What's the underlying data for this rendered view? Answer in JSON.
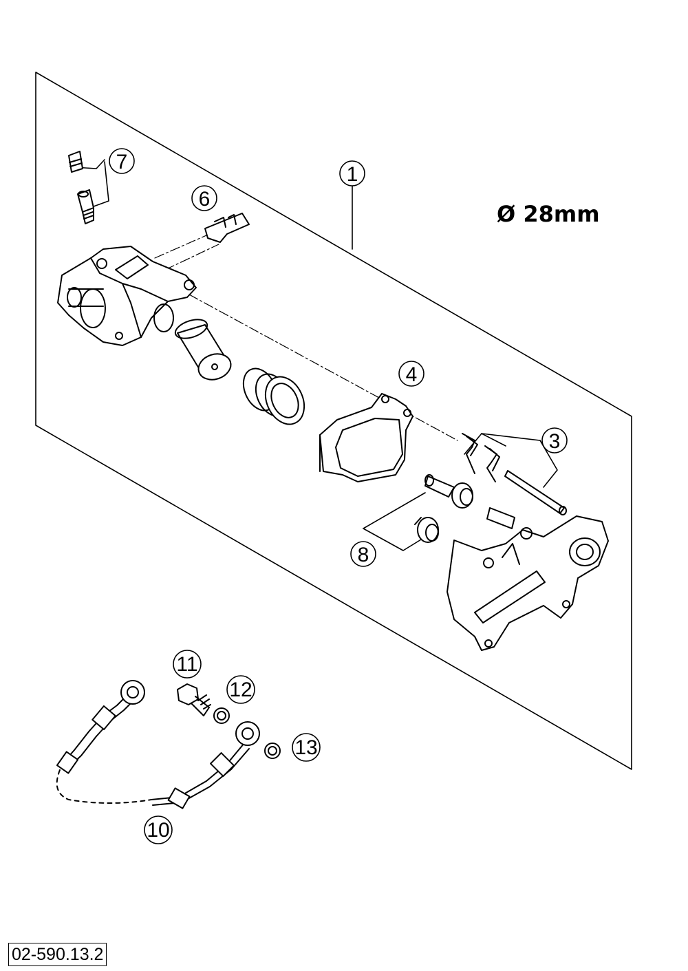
{
  "diameter_label": "Ø 28mm",
  "drawing_code": "02-590.13.2",
  "callouts": [
    {
      "id": "c1",
      "number": "1"
    },
    {
      "id": "c3",
      "number": "3"
    },
    {
      "id": "c4",
      "number": "4"
    },
    {
      "id": "c6",
      "number": "6"
    },
    {
      "id": "c7",
      "number": "7"
    },
    {
      "id": "c8",
      "number": "8"
    },
    {
      "id": "c10",
      "number": "10"
    },
    {
      "id": "c11",
      "number": "11"
    },
    {
      "id": "c12",
      "number": "12"
    },
    {
      "id": "c13",
      "number": "13"
    }
  ]
}
